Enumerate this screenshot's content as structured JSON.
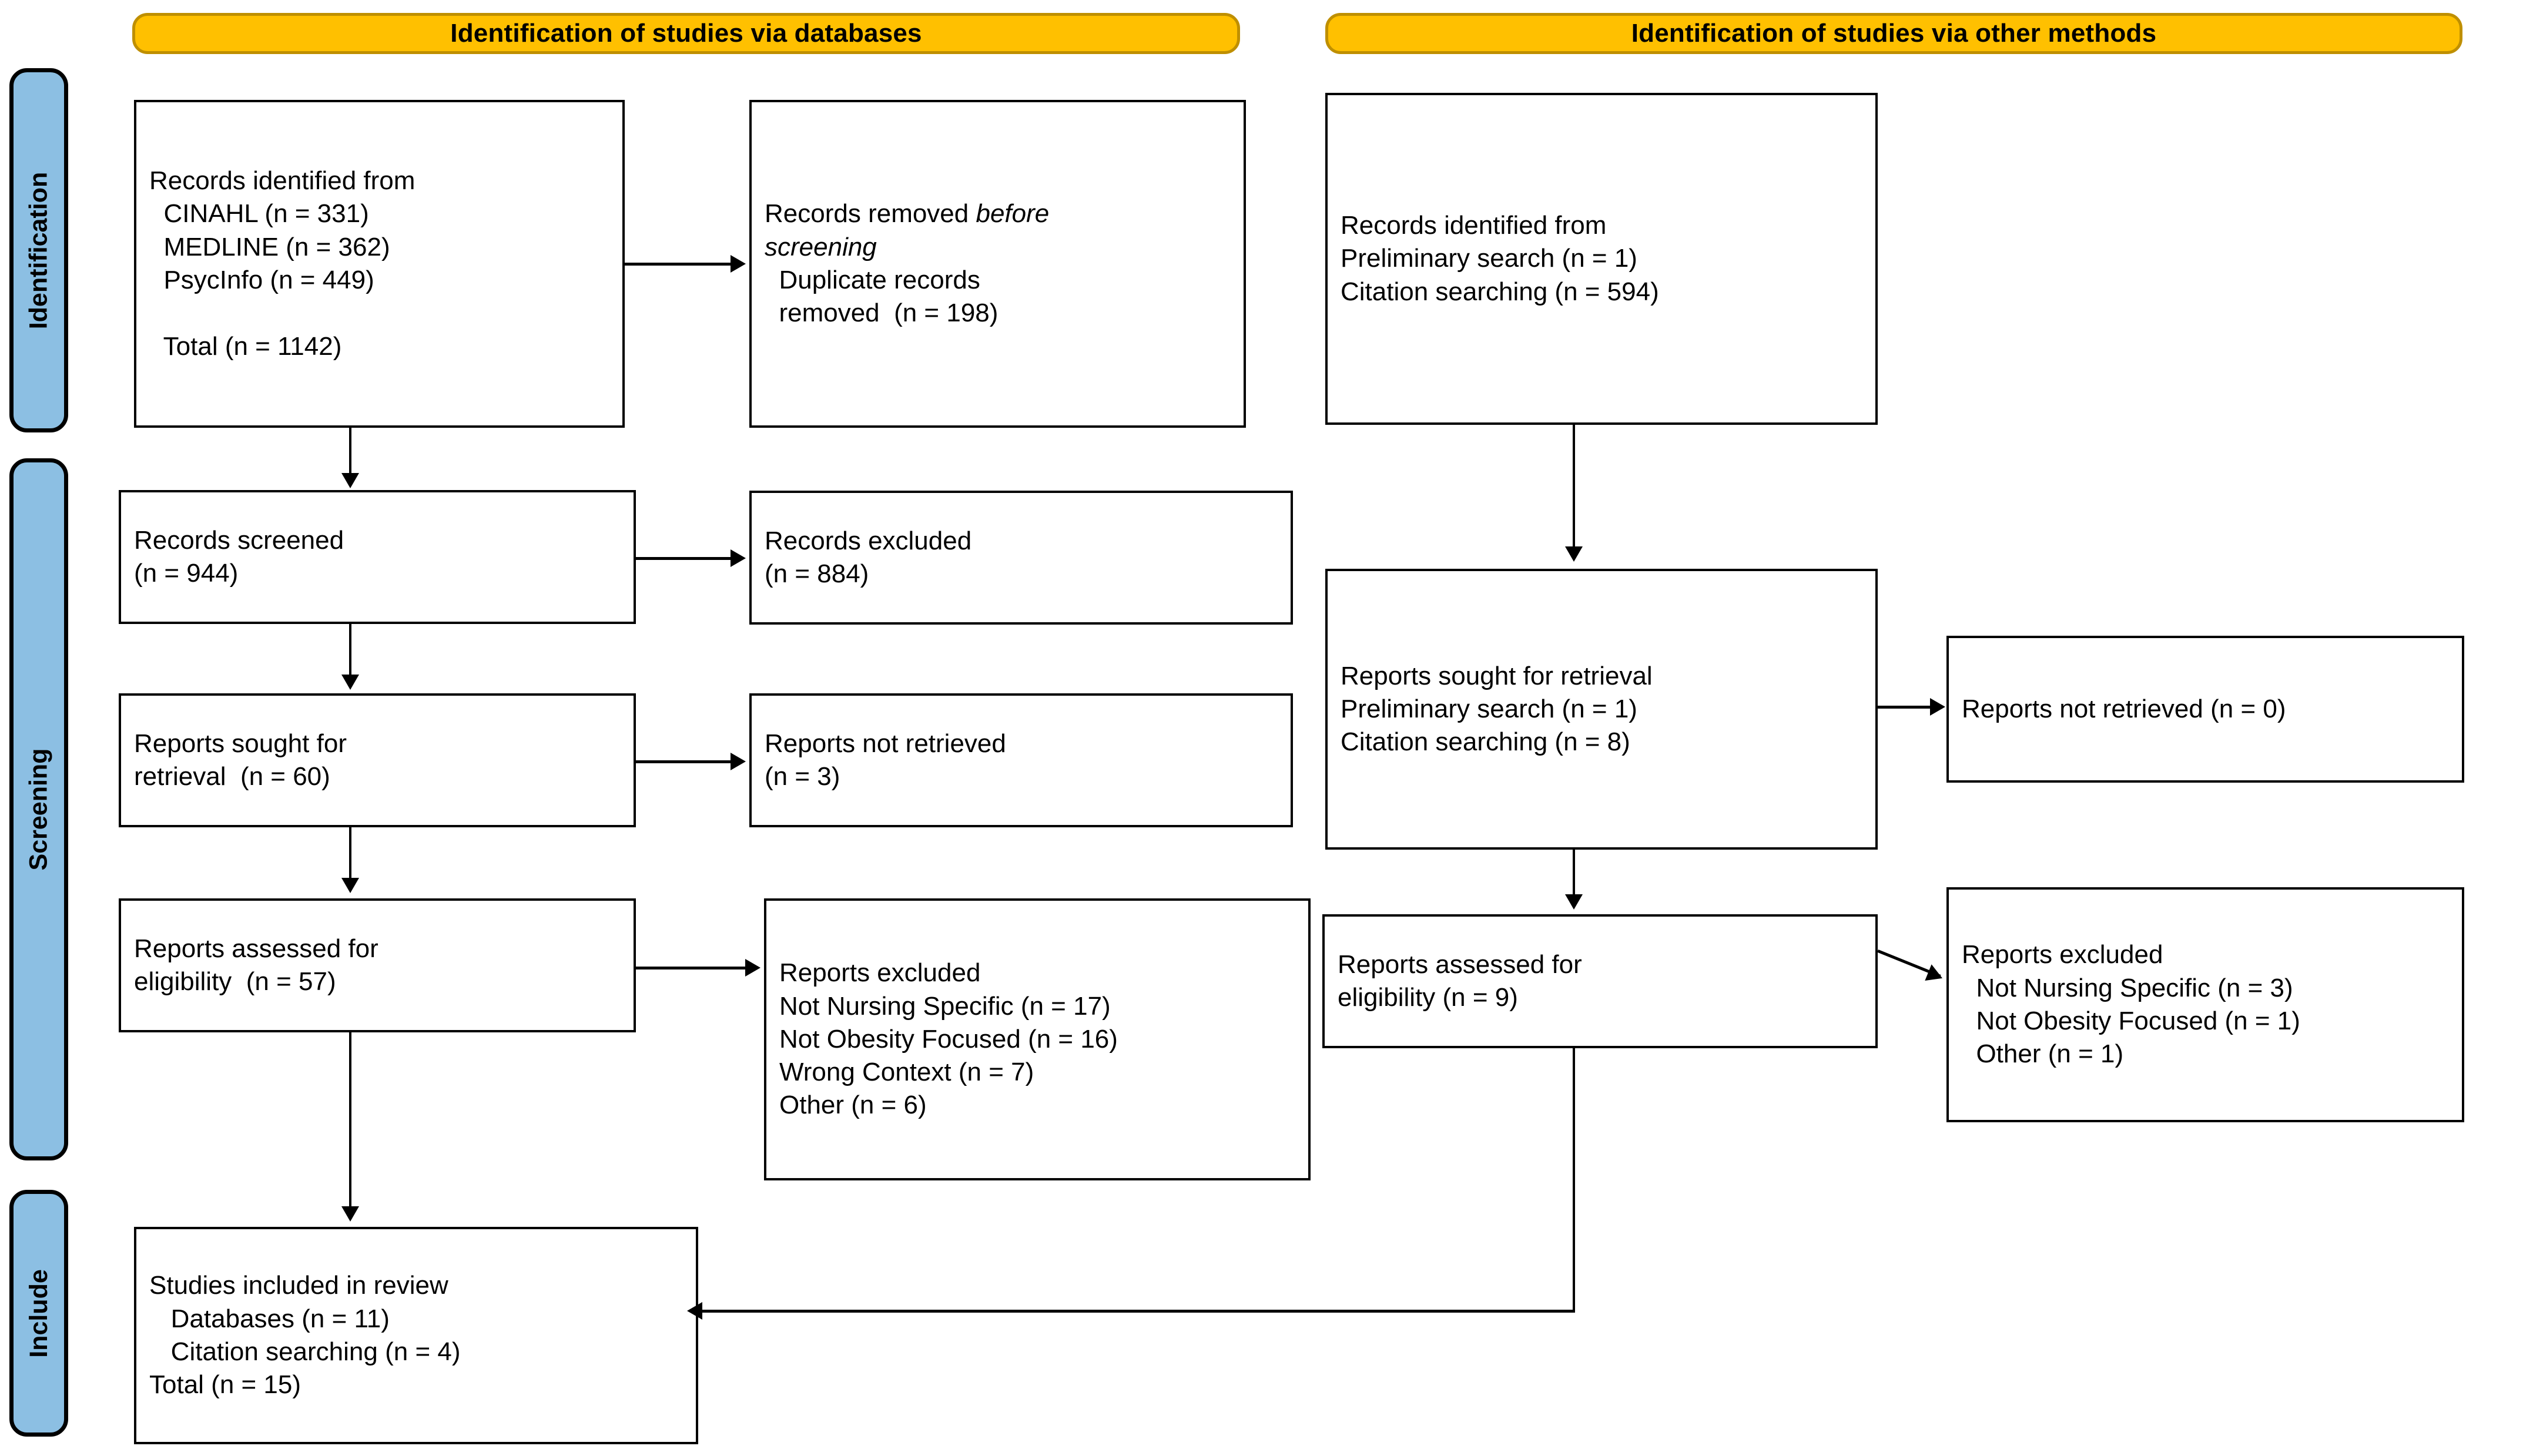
{
  "diagram": {
    "title": "PRISMA 2020 flow diagram",
    "colors": {
      "banner_fill": "#FFC000",
      "banner_border": "#BF8F00",
      "rail_fill": "#8CBFE3",
      "line": "#000000",
      "box_fill": "#FFFFFF"
    }
  },
  "banners": {
    "databases": "Identification of studies via databases",
    "other_methods": "Identification of studies via other methods"
  },
  "rails": {
    "identification": "Identification",
    "screening": "Screening",
    "include": "Include"
  },
  "left_column": {
    "records_identified": {
      "lines": [
        "Records identified from",
        "  CINAHL (n = 331)",
        "  MEDLINE (n = 362)",
        "  PsycInfo (n = 449)",
        "",
        "  Total (n = 1142)"
      ]
    },
    "records_removed": {
      "line1_plain": "Records removed ",
      "line1_italic": "before",
      "line2_italic": "screening",
      "line3": "  Duplicate records",
      "line4": "  removed  (n = 198)"
    },
    "records_screened": {
      "lines": [
        "Records screened",
        "(n = 944)"
      ]
    },
    "records_excluded": {
      "lines": [
        "Records excluded",
        "(n = 884)"
      ]
    },
    "reports_sought": {
      "lines": [
        "Reports sought for",
        "retrieval  (n = 60)"
      ]
    },
    "reports_not_retrieved": {
      "lines": [
        "Reports not retrieved",
        "(n = 3)"
      ]
    },
    "reports_assessed": {
      "lines": [
        "Reports assessed for",
        "eligibility  (n = 57)"
      ]
    },
    "reports_excluded": {
      "lines": [
        "Reports excluded",
        "Not Nursing Specific (n = 17)",
        "Not Obesity Focused (n = 16)",
        "Wrong Context (n = 7)",
        "Other (n = 6)"
      ]
    }
  },
  "right_column": {
    "records_identified_other": {
      "lines": [
        "Records identified from",
        "Preliminary search (n = 1)",
        "Citation searching (n = 594)"
      ]
    },
    "reports_sought_other": {
      "lines": [
        "Reports sought for retrieval",
        "Preliminary search (n = 1)",
        "Citation searching (n = 8)"
      ]
    },
    "reports_not_retrieved_other": {
      "lines": [
        "Reports not retrieved (n = 0)"
      ]
    },
    "reports_assessed_other": {
      "lines": [
        "Reports assessed for",
        "eligibility (n = 9)"
      ]
    },
    "reports_excluded_other": {
      "lines": [
        "Reports excluded",
        "  Not Nursing Specific (n = 3)",
        "  Not Obesity Focused (n = 1)",
        "  Other (n = 1)"
      ]
    }
  },
  "included": {
    "studies_included": {
      "lines": [
        "Studies included in review",
        "   Databases (n = 11)",
        "   Citation searching (n = 4)",
        "Total (n = 15)"
      ]
    }
  },
  "chart_data": {
    "type": "flow",
    "title": "PRISMA 2020 flow diagram",
    "stages": [
      {
        "stage": "Identification",
        "source": "databases",
        "records_identified_total": 1142,
        "sources": [
          {
            "name": "CINAHL",
            "n": 331
          },
          {
            "name": "MEDLINE",
            "n": 362
          },
          {
            "name": "PsycInfo",
            "n": 449
          }
        ],
        "removed_before_screening": {
          "duplicate_records_removed": 198
        }
      },
      {
        "stage": "Identification",
        "source": "other methods",
        "sources": [
          {
            "name": "Preliminary search",
            "n": 1
          },
          {
            "name": "Citation searching",
            "n": 594
          }
        ]
      },
      {
        "stage": "Screening",
        "source": "databases",
        "records_screened": 944,
        "records_excluded": 884,
        "reports_sought_for_retrieval": 60,
        "reports_not_retrieved": 3,
        "reports_assessed_for_eligibility": 57,
        "reports_excluded": [
          {
            "reason": "Not Nursing Specific",
            "n": 17
          },
          {
            "reason": "Not Obesity Focused",
            "n": 16
          },
          {
            "reason": "Wrong Context",
            "n": 7
          },
          {
            "reason": "Other",
            "n": 6
          }
        ]
      },
      {
        "stage": "Screening",
        "source": "other methods",
        "reports_sought_for_retrieval": [
          {
            "name": "Preliminary search",
            "n": 1
          },
          {
            "name": "Citation searching",
            "n": 8
          }
        ],
        "reports_not_retrieved": 0,
        "reports_assessed_for_eligibility": 9,
        "reports_excluded": [
          {
            "reason": "Not Nursing Specific",
            "n": 3
          },
          {
            "reason": "Not Obesity Focused",
            "n": 1
          },
          {
            "reason": "Other",
            "n": 1
          }
        ]
      },
      {
        "stage": "Include",
        "studies_included_in_review": {
          "Databases": 11,
          "Citation searching": 4,
          "Total": 15
        }
      }
    ]
  }
}
